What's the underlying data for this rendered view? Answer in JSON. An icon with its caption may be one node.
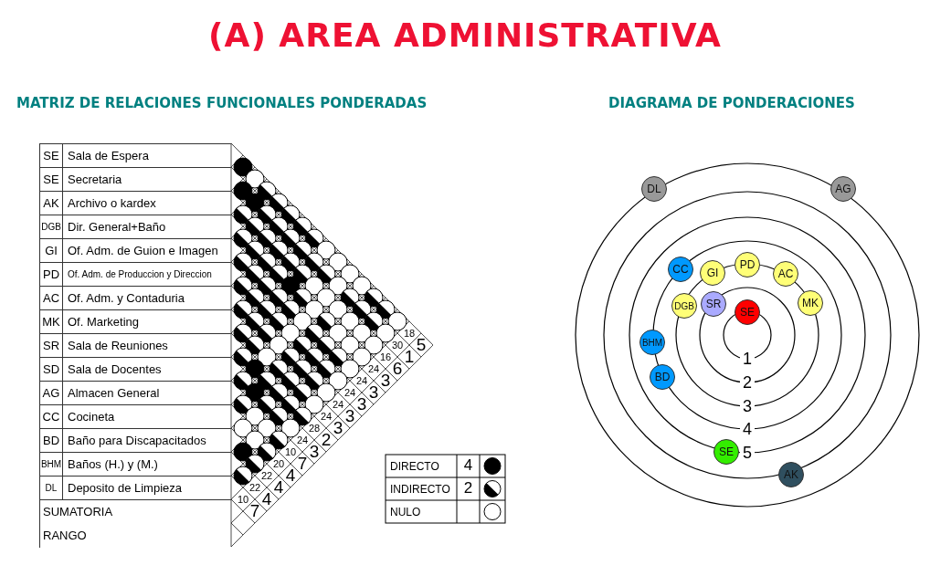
{
  "diagram": {
    "title": "(A) AREA ADMINISTRATIVA",
    "nodes": [
      {
        "text": [
          "DL"
        ]
      },
      {
        "text": [
          "AG"
        ]
      },
      {
        "text": [
          "CC"
        ]
      },
      {
        "text": [
          "GI"
        ]
      },
      {
        "text": [
          "PD"
        ]
      },
      {
        "text": [
          "AC"
        ]
      },
      {
        "text": [
          "MK"
        ]
      },
      {
        "text": [
          "DGB"
        ]
      },
      {
        "text": [
          "SR"
        ]
      },
      {
        "text": [
          "SE"
        ]
      },
      {
        "text": [
          "BHM"
        ]
      },
      {
        "text": [
          "BD"
        ]
      },
      {
        "text": [
          "SE"
        ]
      },
      {
        "text": [
          "AK"
        ]
      }
    ],
    "edges": [],
    "labels": [
      "MATRIZ DE RELACIONES FUNCIONALES PONDERADAS",
      "DIAGRAMA DE PONDERACIONES",
      "SE",
      "Sala de Espera",
      "SE",
      "Secretaria",
      "AK",
      "Archivo o kardex",
      "DGB",
      "Dir. General+Baño",
      "GI",
      "Of. Adm. de Guion e Imagen",
      "PD",
      "Of. Adm. de Produccion y Direccion",
      "AC",
      "Of. Adm. y Contaduria",
      "MK",
      "Of. Marketing",
      "SR",
      "Sala de Reuniones",
      "SD",
      "Sala de Docentes",
      "AG",
      "Almacen General",
      "CC",
      "Cocineta",
      "BD",
      "Baño para Discapacitados",
      "BHM",
      "Baños (H.) y (M.)",
      "DL",
      "Deposito de Limpieza",
      "SUMATORIA",
      "RANGO",
      "18",
      "30",
      "16",
      "24",
      "24",
      "24",
      "24",
      "24",
      "28",
      "24",
      "10",
      "20",
      "22",
      "22",
      "10",
      "5",
      "1",
      "6",
      "3",
      "3",
      "3",
      "3",
      "3",
      "2",
      "3",
      "7",
      "4",
      "4",
      "4",
      "7",
      "4",
      "2",
      "1",
      "2",
      "3",
      "4",
      "5"
    ],
    "legend": [
      {
        "text": "DIRECTO"
      },
      {
        "text": "INDIRECTO"
      },
      {
        "text": "NULO"
      }
    ]
  }
}
